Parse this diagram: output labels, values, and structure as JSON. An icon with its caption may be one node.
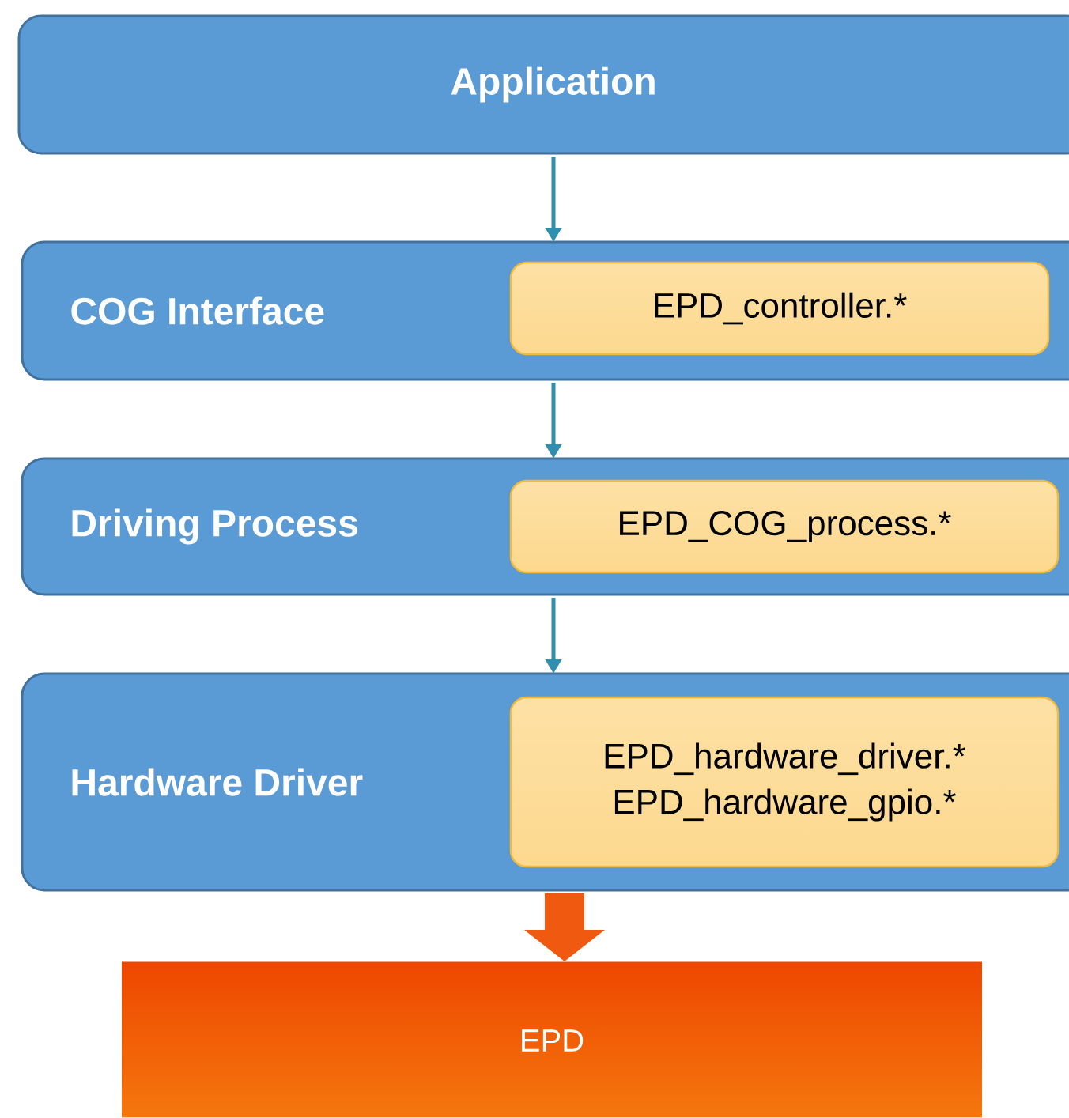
{
  "diagram": {
    "nodes": [
      {
        "text": [
          "Application"
        ]
      },
      {
        "text": [
          "COG Interface"
        ]
      },
      {
        "text": [
          "EPD_controller.*"
        ],
        "in": 1
      },
      {
        "text": [
          "Driving Process"
        ]
      },
      {
        "text": [
          "EPD_COG_process.*"
        ],
        "in": 3
      },
      {
        "text": [
          "Hardware Driver"
        ]
      },
      {
        "text": [
          "EPD_hardware_driver.*",
          "EPD_hardware_gpio.*"
        ],
        "in": 5
      },
      {
        "text": [
          "EPD"
        ]
      }
    ],
    "edges": [
      {
        "from": 0,
        "to": 1,
        "arrow": "to"
      },
      {
        "from": 1,
        "to": 3,
        "arrow": "to"
      },
      {
        "from": 3,
        "to": 5,
        "arrow": "to"
      },
      {
        "from": 5,
        "to": 7,
        "arrow": "to",
        "style": "thick",
        "color": "#f05a10"
      }
    ]
  }
}
